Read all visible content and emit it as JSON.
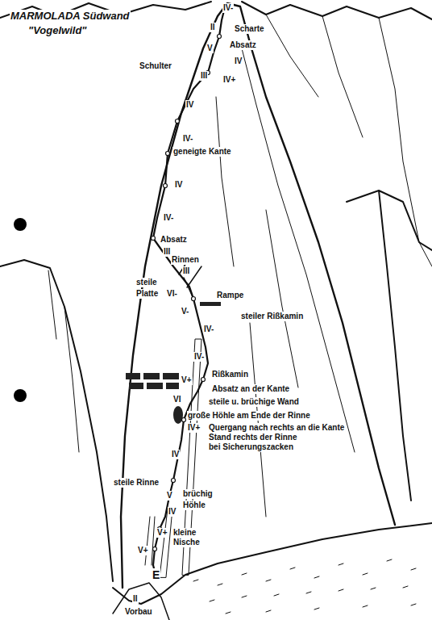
{
  "diagram": {
    "title": "MARMOLADA Südwand",
    "labels": [
      "\"Vogelwild\"",
      "IV-",
      "II",
      "Scharte",
      "V",
      "Absatz",
      "IV",
      "IV+",
      "III",
      "Schulter",
      "IV",
      "IV-",
      "geneigte Kante",
      "IV",
      "IV-",
      "Absatz",
      "III",
      "Rinnen",
      "III",
      "steile",
      "Platte",
      "VI-",
      "Rampe",
      "V-",
      "steiler Rißkamin",
      "IV-",
      "IV-",
      "Rißkamin",
      "V+",
      "Absatz an der Kante",
      "VI",
      "steile u. brüchige Wand",
      "große Höhle am Ende der Rinne",
      "IV+",
      "Quergang nach rechts an die Kante",
      "Stand rechts der Rinne",
      "bei Sicherungszacken",
      "IV",
      "steile Rinne",
      "V",
      "brüchig",
      "Höhle",
      "IV",
      "V+",
      "kleine",
      "Nische",
      "V+",
      "E",
      "II",
      "Vorbau"
    ]
  }
}
